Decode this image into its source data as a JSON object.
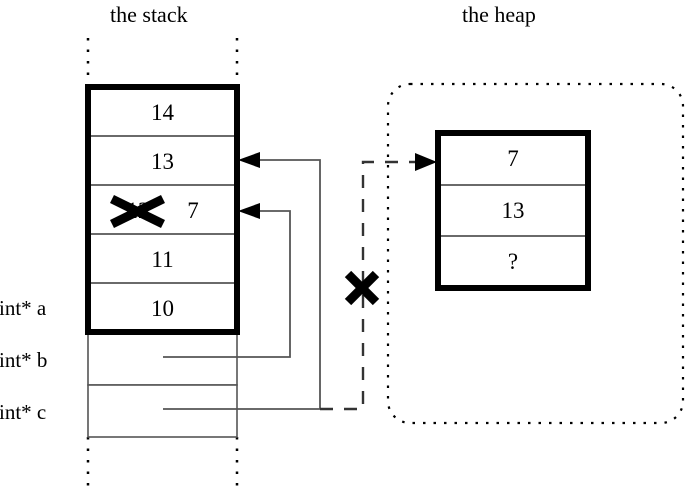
{
  "diagram": {
    "title_stack": "the stack",
    "title_heap": "the heap"
  },
  "stack": {
    "allocated_cells": [
      {
        "value": "14"
      },
      {
        "value": "13"
      },
      {
        "value": "12",
        "struck": true,
        "replacement": "7"
      },
      {
        "value": "11"
      },
      {
        "value": "10"
      }
    ],
    "pointer_vars": [
      {
        "label": "int* a"
      },
      {
        "label": "int* b"
      },
      {
        "label": "int* c"
      }
    ]
  },
  "heap": {
    "cells": [
      {
        "value": "7"
      },
      {
        "value": "13"
      },
      {
        "value": "?"
      }
    ]
  },
  "annotations": {
    "strike_mark": "x-strike",
    "invalid_pointer_mark": "x-strike"
  },
  "colors": {
    "ink": "#000000",
    "thin_rule": "#555555",
    "background": "#ffffff"
  }
}
